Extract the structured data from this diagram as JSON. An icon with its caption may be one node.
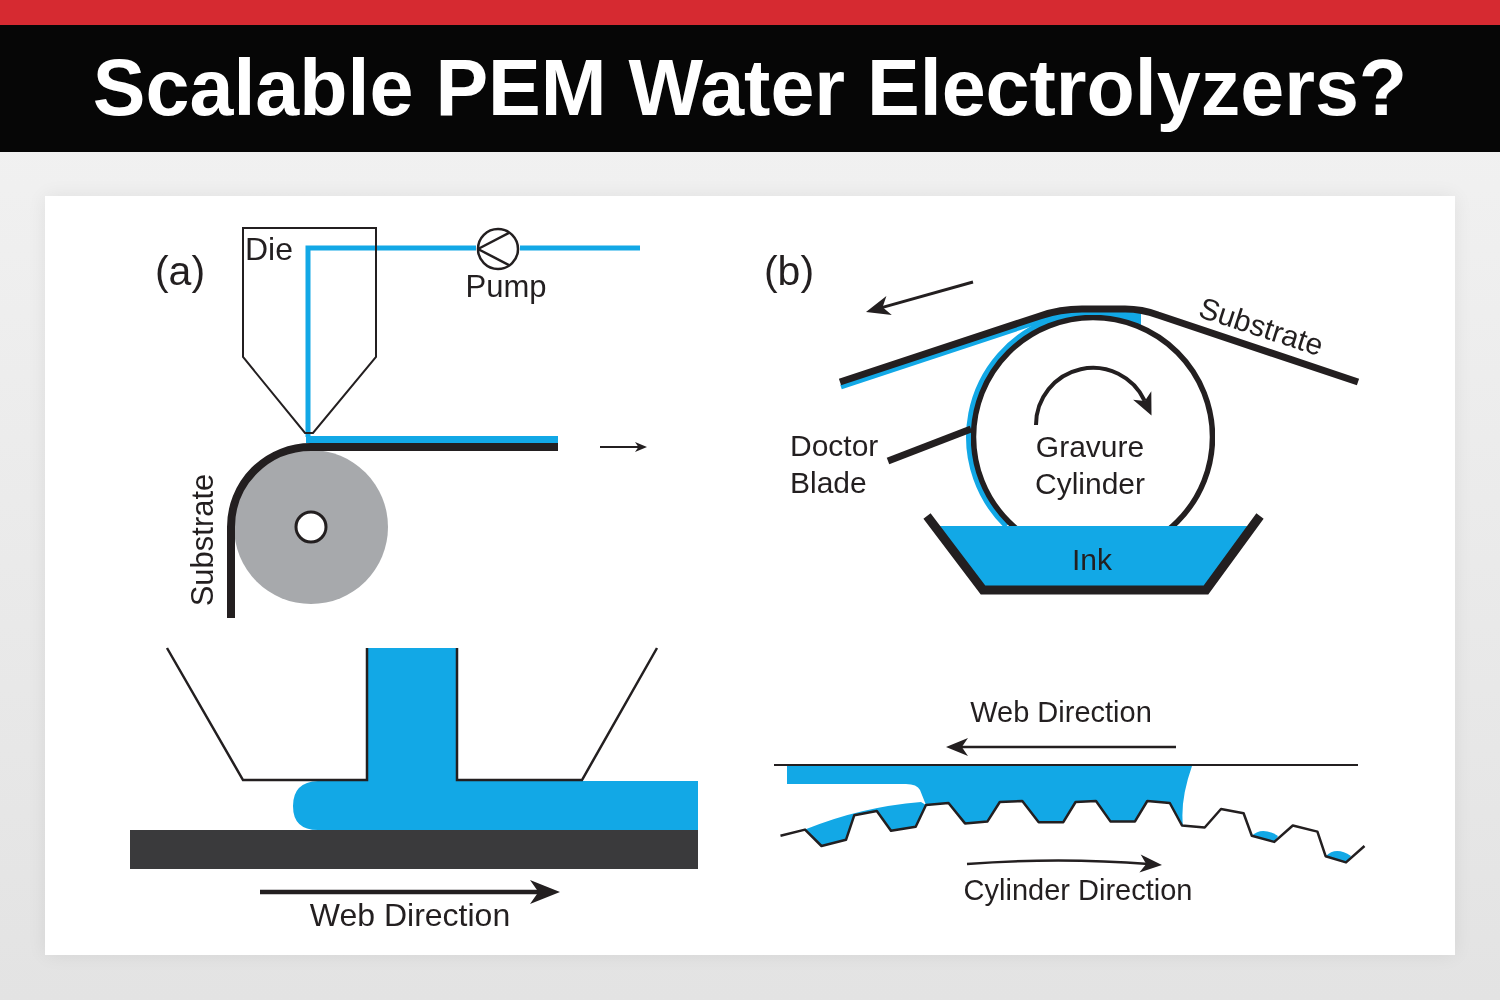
{
  "diagram": {
    "title": "Scalable PEM Water Electrolyzers?",
    "nodes": [
      {
        "text": [
          "Die"
        ]
      },
      {
        "text": [
          "Pump"
        ]
      },
      {
        "text": [
          "Gravure Cylinder"
        ]
      },
      {
        "text": [
          "Ink"
        ]
      }
    ],
    "edges": [
      {
        "from": 1,
        "to": 0,
        "arrow": "none",
        "color": "#12a8e6"
      }
    ],
    "labels": [
      "(a)",
      "Substrate",
      "Web Direction",
      "(b)",
      "Substrate",
      "Doctor Blade",
      "Web Direction",
      "Cylinder Direction"
    ]
  }
}
